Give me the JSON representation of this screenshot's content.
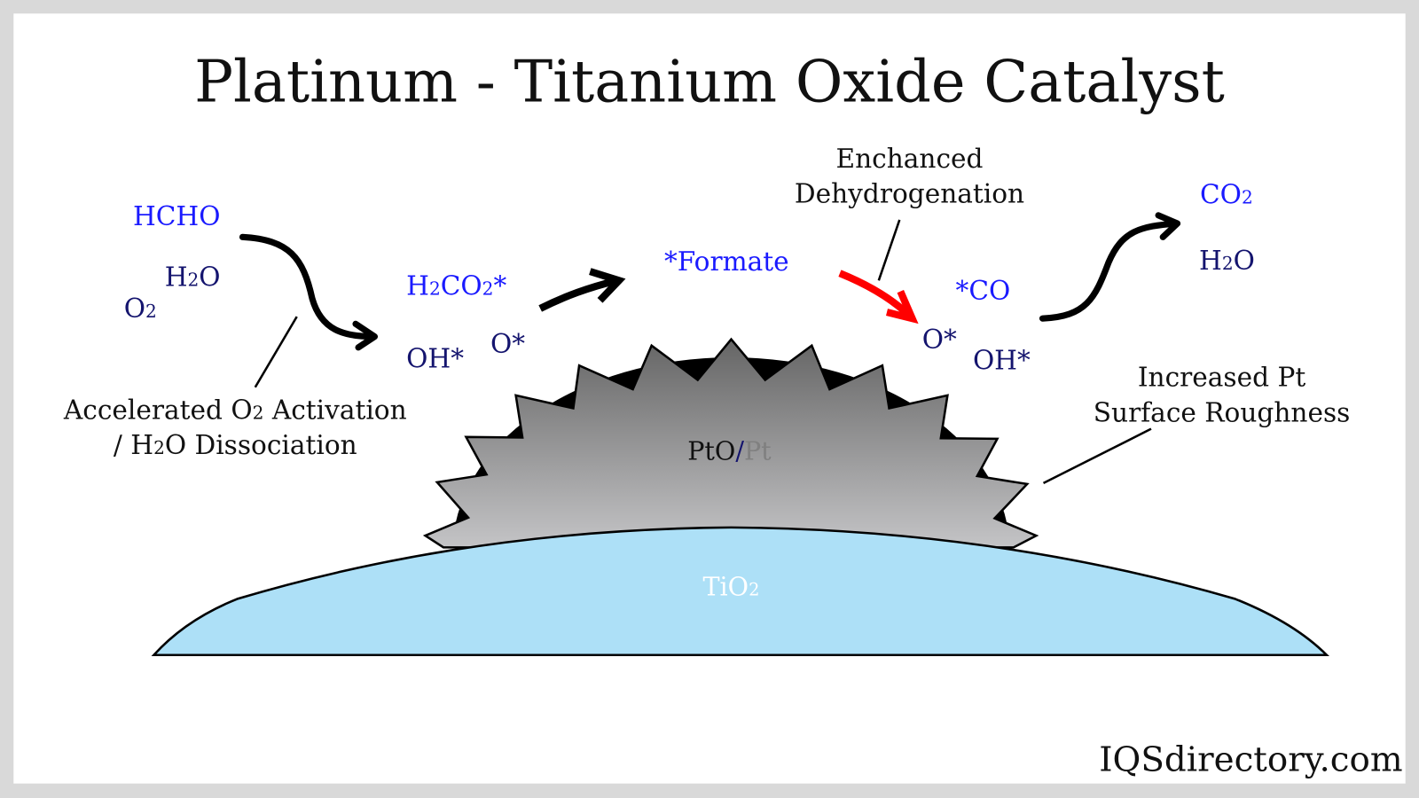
{
  "title": "Platinum - Titanium Oxide Catalyst",
  "colors": {
    "blue": "#1a1aff",
    "navy": "#14146e",
    "red": "#ff0000",
    "tio2": "#ade0f7",
    "frame": "#d9d9d9"
  },
  "labels": {
    "hcho": "HCHO",
    "h2o_left": {
      "a": "H",
      "sub": "2",
      "b": "O"
    },
    "o2_left": {
      "a": "O",
      "sub": "2"
    },
    "h2co2": {
      "a": "H",
      "sub1": "2",
      "b": "CO",
      "sub2": "2",
      "c": "*"
    },
    "oh_left": "OH*",
    "o_left": "O*",
    "formate": "*Formate",
    "co_star": "*CO",
    "o_right": "O*",
    "oh_right": "OH*",
    "co2_right": {
      "a": "CO",
      "sub": "2"
    },
    "h2o_right": {
      "a": "H",
      "sub": "2",
      "b": "O"
    },
    "pto": "PtO",
    "slash": "/",
    "pt": "Pt",
    "tio2": {
      "a": "TiO",
      "sub": "2"
    }
  },
  "annotations": {
    "enhanced_line1": "Enchanced",
    "enhanced_line2": "Dehydrogenation",
    "accelerated_line1": {
      "a": "Accelerated O",
      "sub": "2",
      "b": " Activation"
    },
    "accelerated_line2": {
      "a": "/ H",
      "sub": "2",
      "b": "O Dissociation"
    },
    "roughness_line1": "Increased Pt",
    "roughness_line2": "Surface Roughness"
  },
  "watermark": "IQSdirectory.com"
}
